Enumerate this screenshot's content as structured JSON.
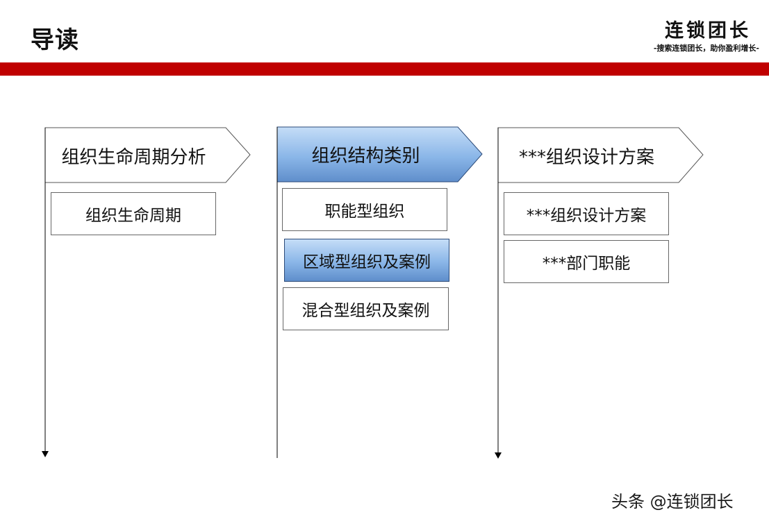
{
  "header": {
    "title": "导读",
    "brand": "连锁团长",
    "tagline": "-搜索连锁团长，助你盈利增长-"
  },
  "columns": [
    {
      "heading": "组织生命周期分析",
      "active": false,
      "items": [
        {
          "label": "组织生命周期",
          "active": false
        }
      ]
    },
    {
      "heading": "组织结构类别",
      "active": true,
      "items": [
        {
          "label": "职能型组织",
          "active": false
        },
        {
          "label": "区域型组织及案例",
          "active": true
        },
        {
          "label": "混合型组织及案例",
          "active": false
        }
      ]
    },
    {
      "heading": "***组织设计方案",
      "active": false,
      "items": [
        {
          "label": "***组织设计方案",
          "active": false
        },
        {
          "label": "***部门职能",
          "active": false
        }
      ]
    }
  ],
  "watermark": "头条 @连锁团长",
  "colors": {
    "accent_bar": "#c00000",
    "active_fill_top": "#c5ddf7",
    "active_fill_bottom": "#5f8ecb"
  }
}
